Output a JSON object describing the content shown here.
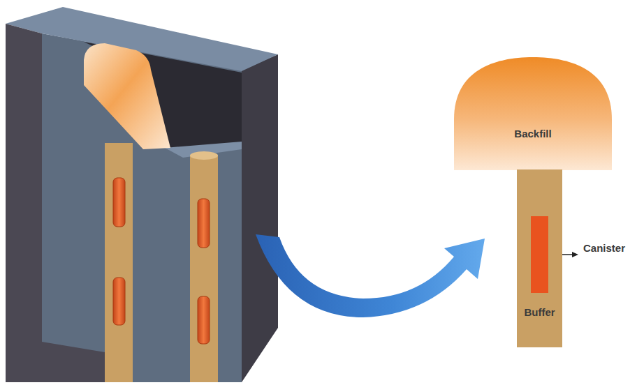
{
  "diagram": {
    "nodes": [
      {
        "text": [
          "Backfill"
        ]
      },
      {
        "text": [
          "Buffer"
        ]
      },
      {
        "text": [
          "Canister"
        ],
        "in": 1
      }
    ]
  }
}
